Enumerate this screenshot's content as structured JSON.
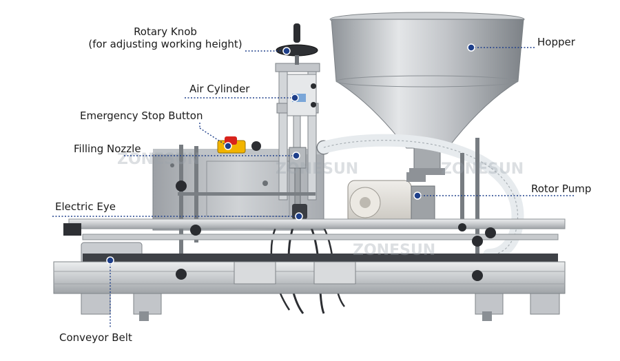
{
  "labels": {
    "rotary_knob_line1": "Rotary Knob",
    "rotary_knob_line2": "(for adjusting working height)",
    "air_cylinder": "Air Cylinder",
    "emergency_stop": "Emergency Stop Button",
    "filling_nozzle": "Filling Nozzle",
    "electric_eye": "Electric Eye",
    "conveyor_belt": "Conveyor Belt",
    "hopper": "Hopper",
    "rotor_pump": "Rotor Pump"
  },
  "watermark": "ZONESUN",
  "colors": {
    "leader_dot": "#1e3f8a",
    "leader_line": "#1e3f8a",
    "steel": "#b9bdc2",
    "aluminum": "#d8dadc",
    "dark_steel": "#5f646a",
    "stop_red": "#d8231c",
    "stop_yellow": "#f2b400",
    "hose": "#e7ebee"
  }
}
